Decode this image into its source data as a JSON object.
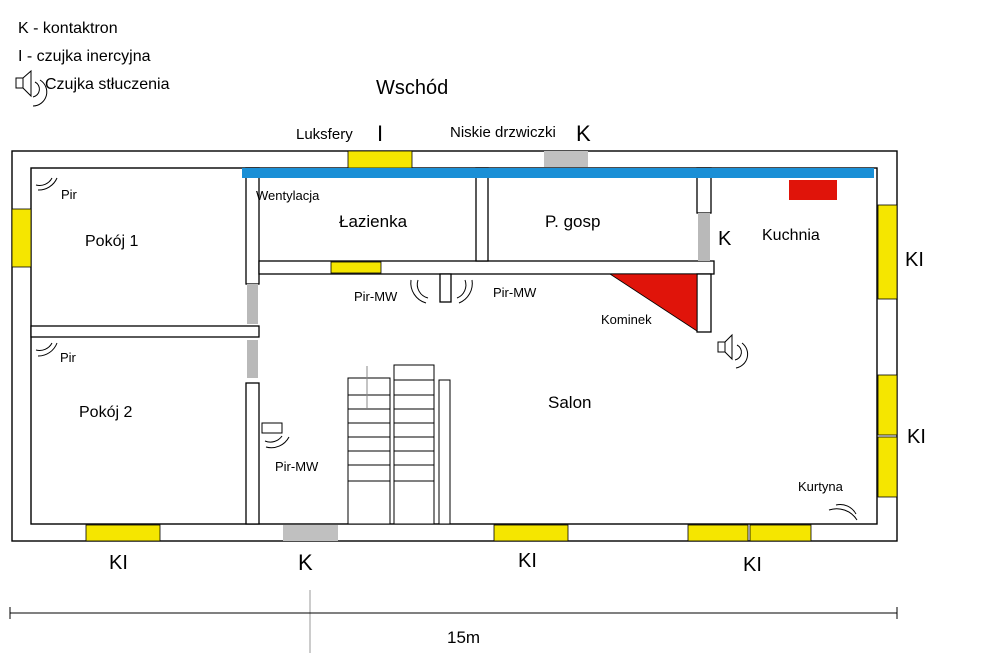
{
  "legend": {
    "contact": "K - kontaktron",
    "inertial": "I - czujka inercyjna",
    "glassbreak": "Czujka stłuczenia"
  },
  "compass": {
    "east": "Wschód"
  },
  "top": {
    "luksfery": "Luksfery",
    "marker_i": "I",
    "niskie": "Niskie drzwiczki",
    "marker_k": "K"
  },
  "rooms": {
    "pokoj1": "Pokój 1",
    "pokoj2": "Pokój 2",
    "lazienka": "Łazienka",
    "pgosp": "P. gosp",
    "kuchnia": "Kuchnia",
    "salon": "Salon"
  },
  "labels": {
    "wentylacja": "Wentylacja",
    "pir1": "Pir",
    "pir2": "Pir",
    "pirmw_left": "Pir-MW",
    "pirmw_right": "Pir-MW",
    "pirmw_lower": "Pir-MW",
    "kominek": "Kominek",
    "kurtyna": "Kurtyna",
    "k_inner": "K"
  },
  "outside": {
    "kl_right_top": "KI",
    "kl_right_mid": "KI",
    "kl_bottom_1": "KI",
    "k_bottom": "K",
    "kl_bottom_2": "KI",
    "kl_bottom_3": "KI"
  },
  "scale": {
    "length": "15m"
  },
  "colors": {
    "window": "#f5e600",
    "door": "#c0c0c0",
    "ventilation": "#1a8fd6",
    "fireplace": "#e0140a"
  }
}
